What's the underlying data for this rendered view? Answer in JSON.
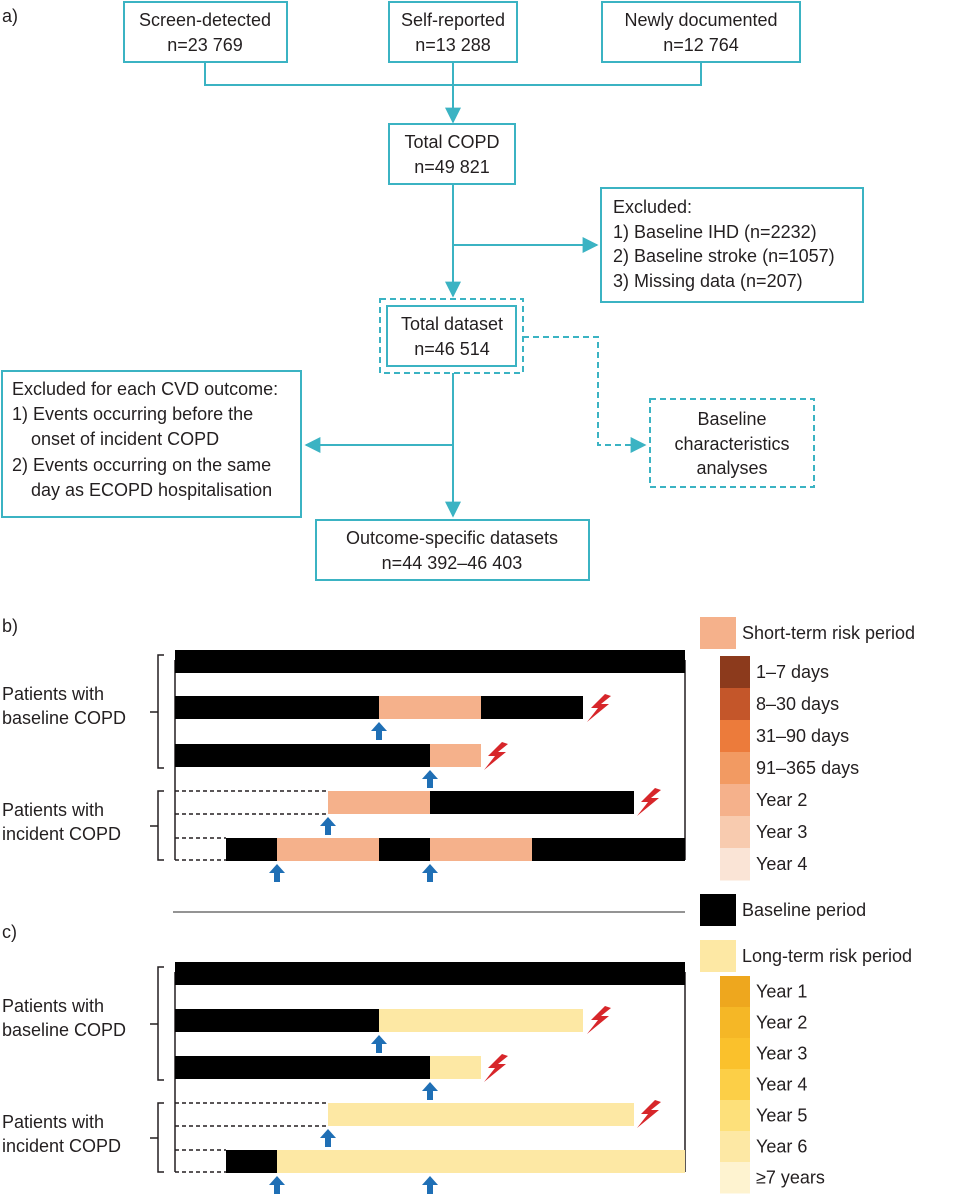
{
  "panel_a": {
    "label": "a)",
    "screen_detected": {
      "title": "Screen-detected",
      "count": "n=23 769"
    },
    "self_reported": {
      "title": "Self-reported",
      "count": "n=13 288"
    },
    "newly_documented": {
      "title": "Newly documented",
      "count": "n=12 764"
    },
    "total_copd": {
      "title": "Total COPD",
      "count": "n=49 821"
    },
    "excluded": {
      "title": "Excluded:",
      "items": [
        "1) Baseline IHD (n=2232)",
        "2) Baseline stroke (n=1057)",
        "3) Missing data (n=207)"
      ]
    },
    "total_dataset": {
      "title": "Total dataset",
      "count": "n=46 514"
    },
    "excluded_cvd": {
      "lines": [
        "Excluded for each CVD outcome:",
        "1) Events occurring before the",
        "onset of incident COPD",
        "2) Events occurring on the same",
        "day as ECOPD hospitalisation"
      ]
    },
    "baseline_analyses": {
      "lines": [
        "Baseline",
        "characteristics",
        "analyses"
      ]
    },
    "outcome_datasets": {
      "title": "Outcome-specific datasets",
      "count": "n=44 392–46 403"
    }
  },
  "panel_b": {
    "label": "b)",
    "group1": [
      "Patients with",
      "baseline COPD"
    ],
    "group2": [
      "Patients with",
      "incident COPD"
    ]
  },
  "panel_c": {
    "label": "c)",
    "group1": [
      "Patients with",
      "baseline COPD"
    ],
    "group2": [
      "Patients with",
      "incident COPD"
    ]
  },
  "legend_short": {
    "title": "Short-term risk period",
    "items": [
      {
        "label": "1–7 days",
        "color": "#8c3a1c"
      },
      {
        "label": "8–30 days",
        "color": "#c4562a"
      },
      {
        "label": "31–90 days",
        "color": "#ec7b3b"
      },
      {
        "label": "91–365 days",
        "color": "#f29a62"
      },
      {
        "label": "Year 2",
        "color": "#f5b18b"
      },
      {
        "label": "Year 3",
        "color": "#f8cbaf"
      },
      {
        "label": "Year 4",
        "color": "#fae4d6"
      }
    ],
    "swatch_color": "#f5b18b"
  },
  "legend_baseline": {
    "title": "Baseline period",
    "color": "#000000"
  },
  "legend_long": {
    "title": "Long-term risk period",
    "items": [
      {
        "label": "Year 1",
        "color": "#eea71e"
      },
      {
        "label": "Year 2",
        "color": "#f5b726"
      },
      {
        "label": "Year 3",
        "color": "#fac12c"
      },
      {
        "label": "Year 4",
        "color": "#fccf47"
      },
      {
        "label": "Year 5",
        "color": "#fde07a"
      },
      {
        "label": "Year 6",
        "color": "#fde8a4"
      },
      {
        "label": "≥7 years",
        "color": "#fef3d0"
      }
    ],
    "swatch_color": "#fde8a4"
  },
  "colors": {
    "teal": "#3bb3c3",
    "arrow_blue": "#1f6fb5",
    "lightning_red": "#d7262a",
    "short_risk": "#f5b18b",
    "long_risk": "#fde8a4",
    "baseline": "#000000"
  },
  "icons": {
    "event": "lightning-icon",
    "onset": "up-arrow-icon"
  }
}
